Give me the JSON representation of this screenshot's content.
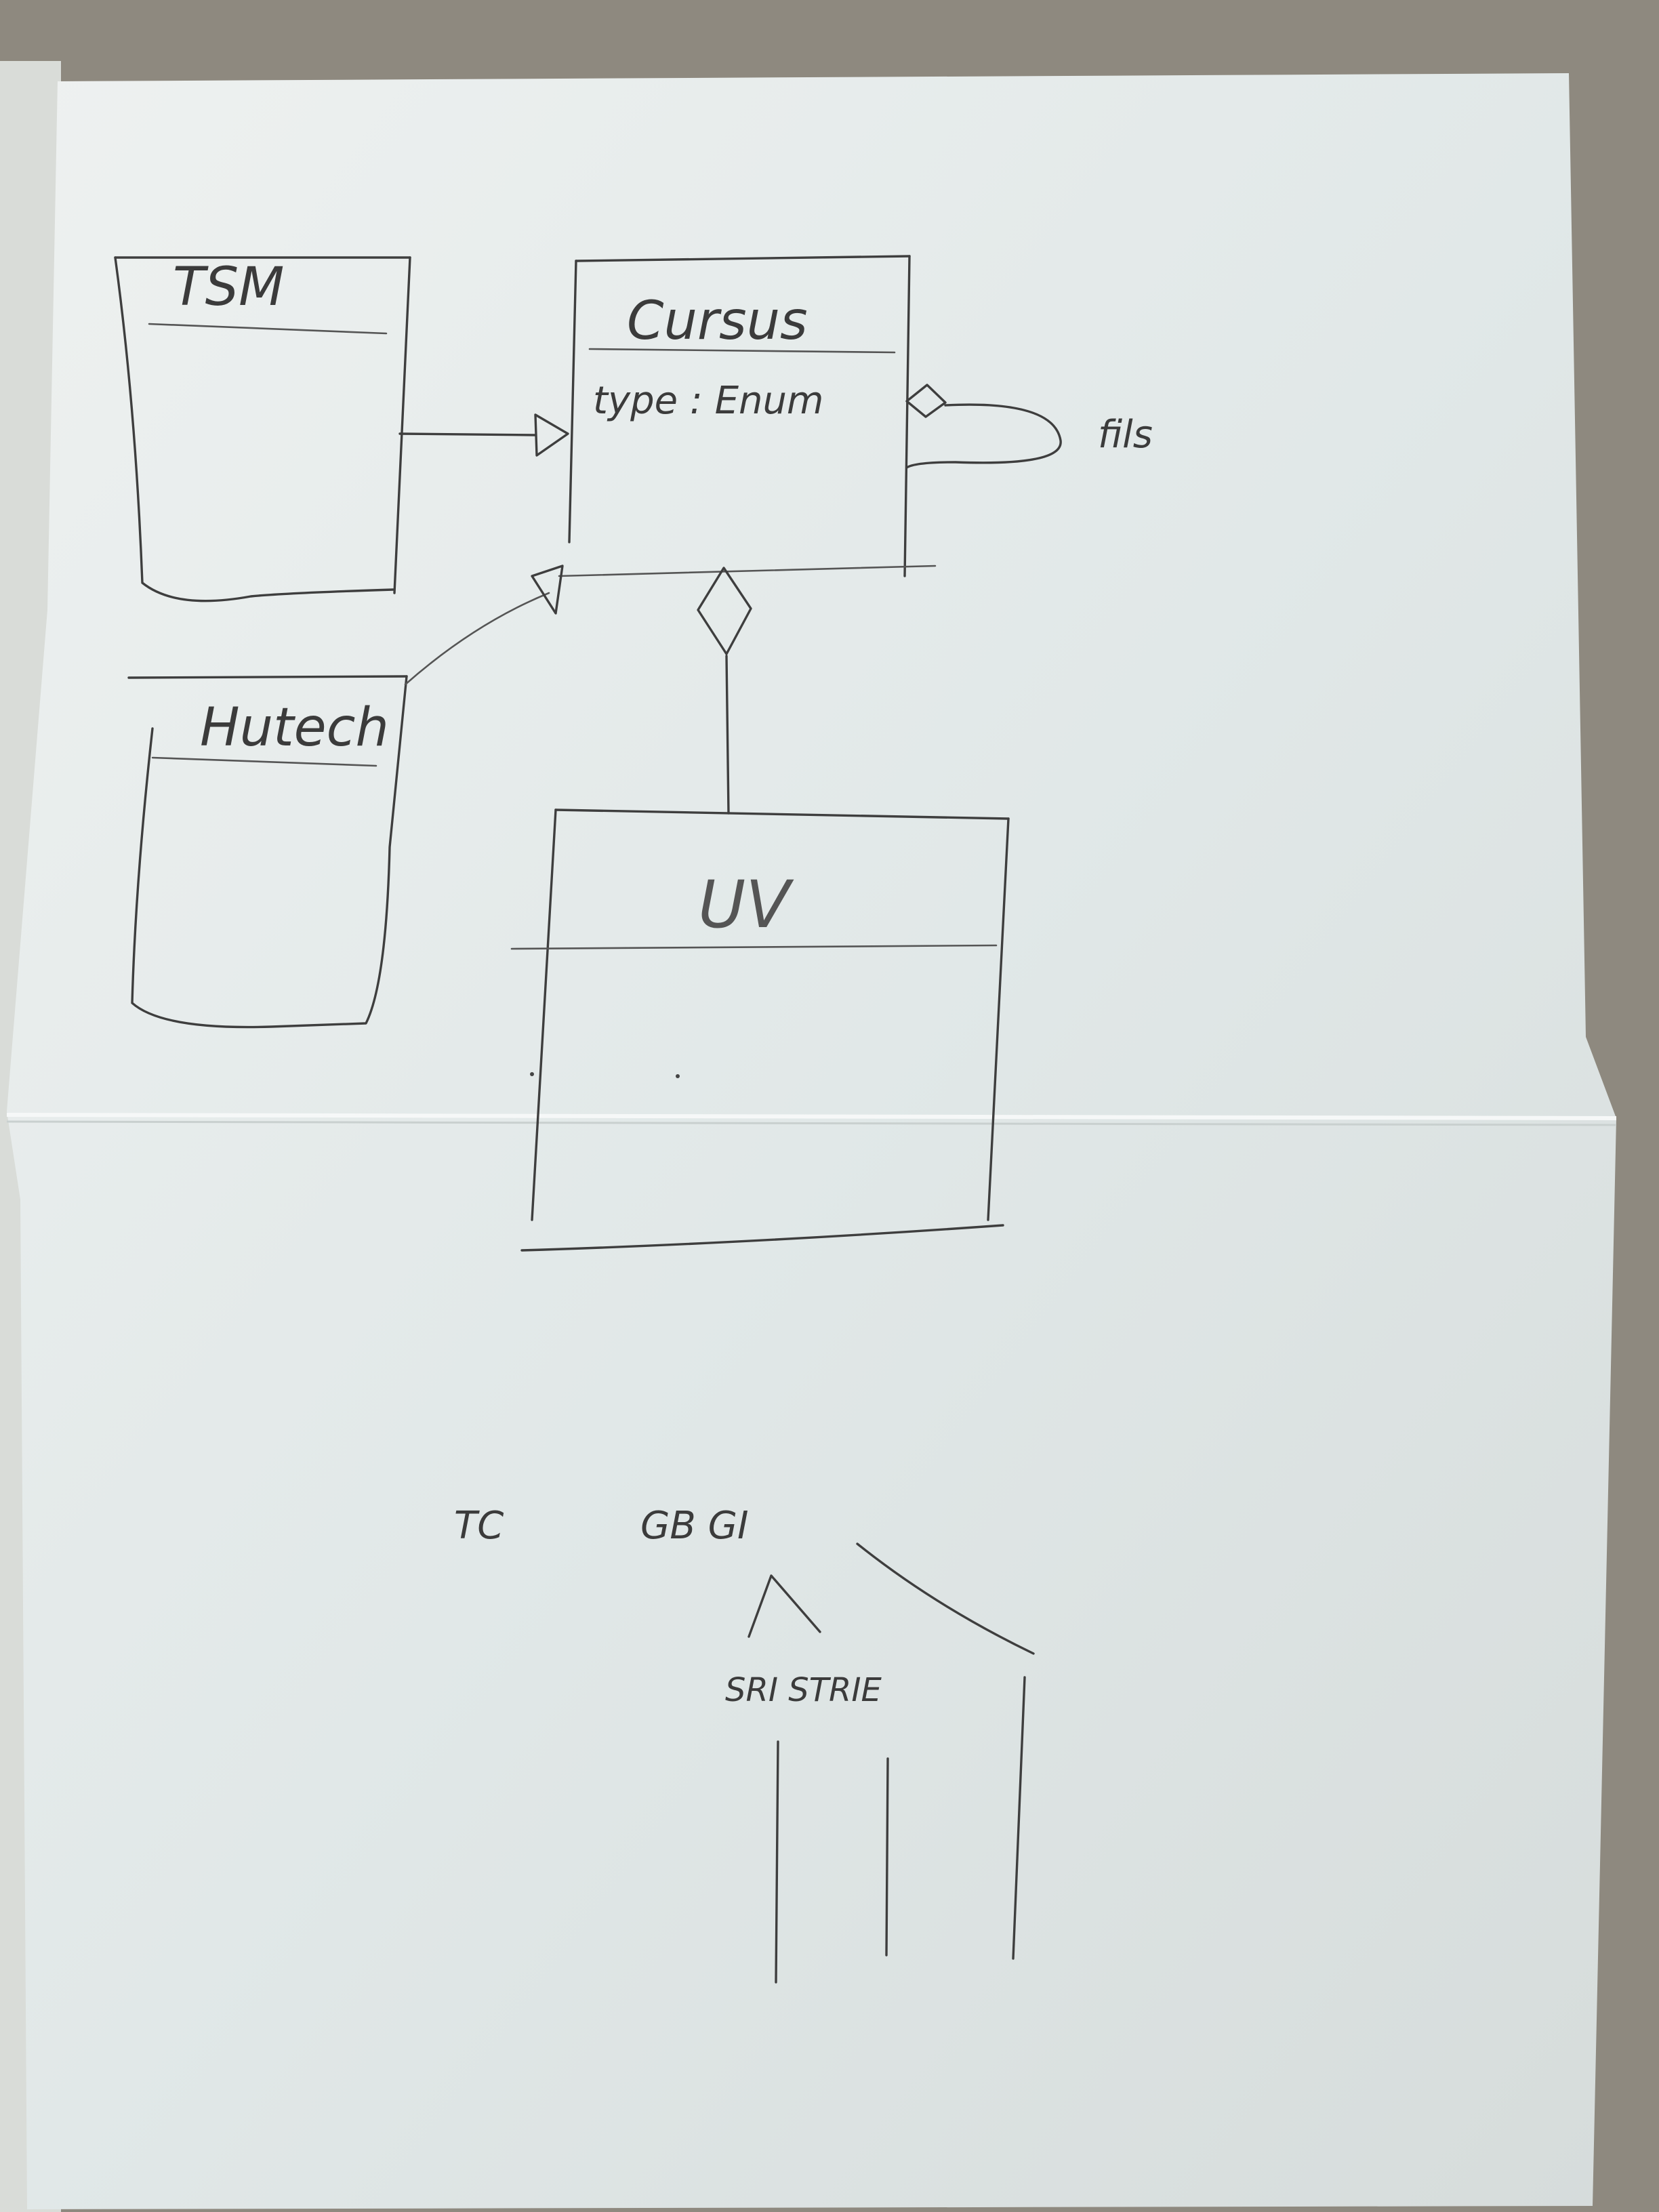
{
  "classes": {
    "tsm": {
      "name": "TSM"
    },
    "cursus": {
      "name": "Cursus",
      "attribute": "type : Enum"
    },
    "hutech": {
      "name": "Hutech"
    },
    "uv": {
      "name": "UV"
    }
  },
  "relations": {
    "self_association_label": "fils"
  },
  "tree": {
    "top_left": "TC",
    "top_middle": "GB  GI",
    "children": "SRI STRIE"
  },
  "colors": {
    "paper": "#e4e9e9",
    "pencil": "#3e3e3e",
    "background": "#8f8a80"
  }
}
